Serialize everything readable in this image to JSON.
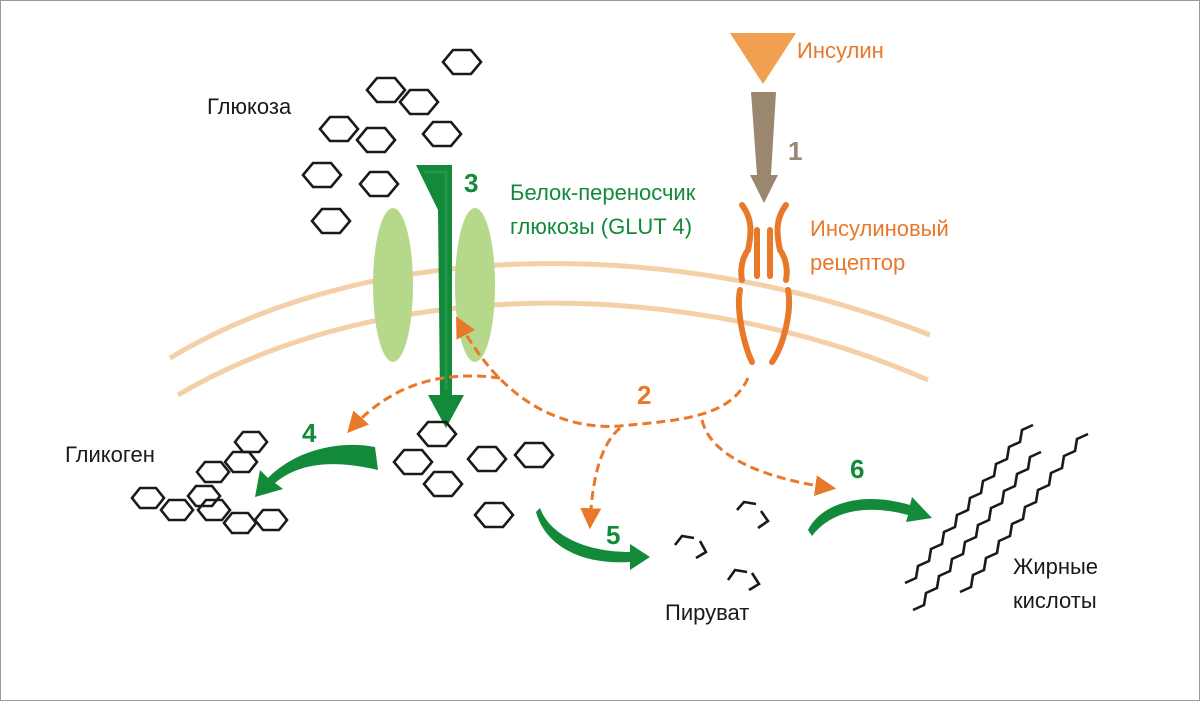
{
  "labels": {
    "glucose": "Глюкоза",
    "insulin": "Инсулин",
    "glut4_line1": "Белок-переносчик",
    "glut4_line2": "глюкозы (GLUT 4)",
    "receptor_line1": "Инсулиновый",
    "receptor_line2": "рецептор",
    "glycogen": "Гликоген",
    "pyruvate": "Пируват",
    "fatty_line1": "Жирные",
    "fatty_line2": "кислоты"
  },
  "steps": [
    "1",
    "2",
    "3",
    "4",
    "5",
    "6"
  ],
  "colors": {
    "insulin": "#f0a050",
    "receptor": "#e8782a",
    "signal": "#e8782a",
    "transport_green": "#13893a",
    "glut_light_green": "#b5d88a",
    "membrane": "#f5cfa8",
    "insulin_arrow": "#9b8670",
    "molecule": "#1a1a1a"
  }
}
